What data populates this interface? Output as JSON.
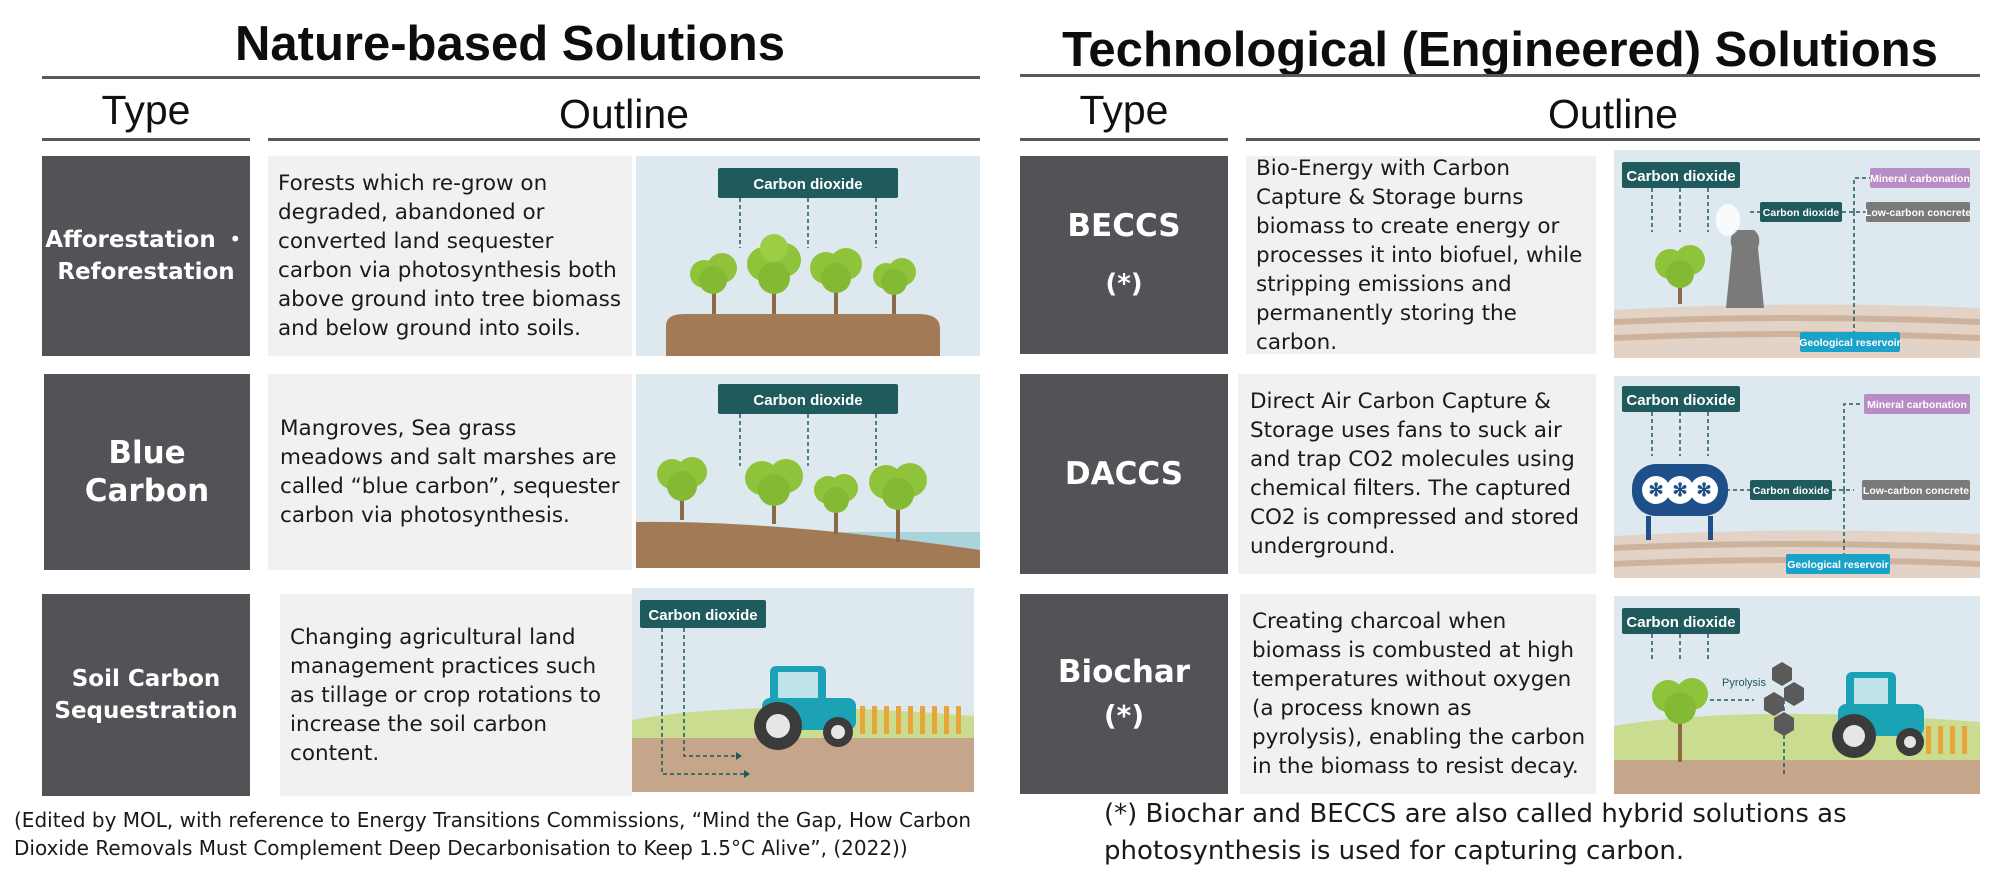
{
  "nature": {
    "title": "Nature-based Solutions",
    "type_header": "Type",
    "outline_header": "Outline",
    "rows": [
      {
        "type_line1": "Afforestation ・",
        "type_line2": "Reforestation",
        "outline": "Forests which re-grow on degraded, abandoned or converted land sequester carbon via photosynthesis both above ground into tree biomass and below ground into soils.",
        "tag": "Carbon dioxide"
      },
      {
        "type_line1": "Blue Carbon",
        "type_line2": "",
        "outline": "Mangroves, Sea grass meadows and salt marshes are called “blue carbon”, sequester carbon via photosynthesis.",
        "tag": "Carbon dioxide"
      },
      {
        "type_line1": "Soil Carbon",
        "type_line2": "Sequestration",
        "outline": "Changing agricultural land management practices such as tillage or crop rotations to increase the soil carbon content.",
        "tag": "Carbon dioxide"
      }
    ]
  },
  "tech": {
    "title": "Technological (Engineered) Solutions",
    "type_header": "Type",
    "outline_header": "Outline",
    "rows": [
      {
        "type_line1": "BECCS",
        "type_line2": "(*)",
        "outline": "Bio-Energy with Carbon Capture & Storage burns biomass to create energy or processes it into biofuel, while stripping emissions and permanently storing the carbon.",
        "tag": "Carbon dioxide",
        "tag_small": "Carbon dioxide",
        "mineral": "Mineral carbonation",
        "concrete": "Low-carbon concrete",
        "reservoir": "Geological reservoir"
      },
      {
        "type_line1": "DACCS",
        "type_line2": "",
        "outline": "Direct Air Carbon Capture & Storage uses fans to suck air and trap CO2 molecules using chemical filters. The captured CO2 is compressed and stored underground.",
        "tag": "Carbon dioxide",
        "tag_small": "Carbon dioxide",
        "mineral": "Mineral carbonation",
        "concrete": "Low-carbon concrete",
        "reservoir": "Geological reservoir"
      },
      {
        "type_line1": "Biochar",
        "type_line2": "(*)",
        "outline": "Creating charcoal when biomass is combusted at high temperatures without oxygen (a process known as pyrolysis), enabling the carbon in the biomass to resist decay.",
        "tag": "Carbon dioxide",
        "pyrolysis": "Pyrolysis"
      }
    ]
  },
  "source_note": "(Edited by MOL, with reference to Energy Transitions Commissions, “Mind the Gap, How Carbon Dioxide Removals Must Complement Deep Decarbonisation to Keep 1.5°C Alive”, (2022))",
  "hybrid_note": "(*) Biochar and BECCS are also called hybrid solutions as photosynthesis is used for capturing carbon.",
  "colors": {
    "type_box": "#535257",
    "outline_bg": "#f1f1f1",
    "sky": "#dde9ef",
    "tag": "#1f5a5c",
    "tree": "#8fc43a",
    "soil": "#a37a56",
    "water": "#a8d4dc",
    "tractor": "#1ba2b5"
  }
}
